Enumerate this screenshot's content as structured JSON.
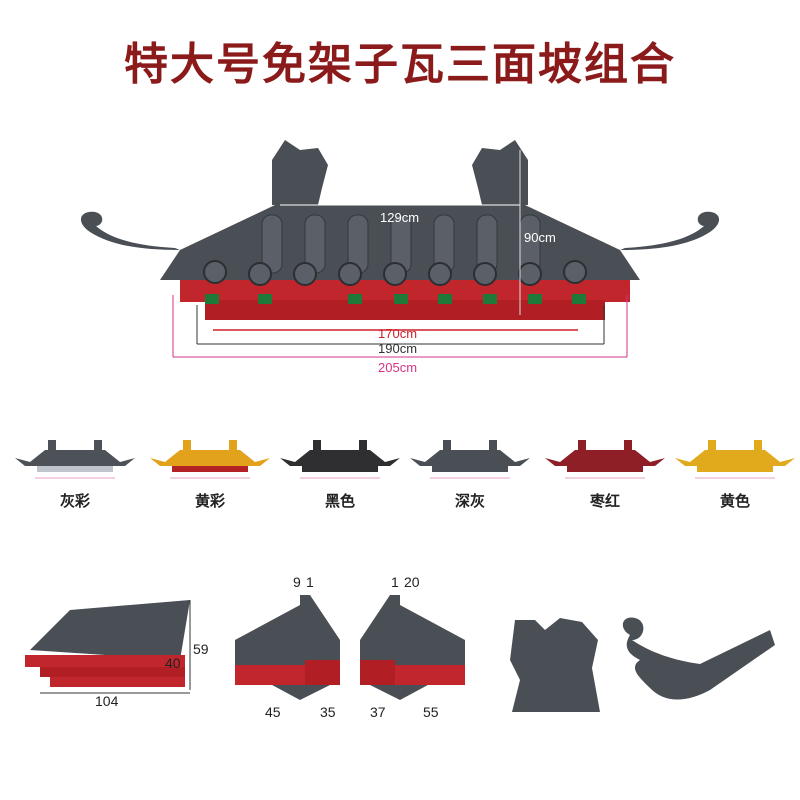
{
  "title": "特大号免架子瓦三面坡组合",
  "main_figure": {
    "dims": {
      "width_top": "129cm",
      "height": "90cm",
      "inner": "170cm",
      "middle": "190cm",
      "outer": "205cm"
    },
    "colors": {
      "tile": "#4a4f55",
      "beam": "#c0262b",
      "panel": "#1f7a3a",
      "accent_red": "#d0202a",
      "accent_pink": "#d63384"
    }
  },
  "swatches": [
    {
      "label": "灰彩",
      "tile": "#4d5258",
      "beam": "#bfc4cc"
    },
    {
      "label": "黄彩",
      "tile": "#e2a21b",
      "beam": "#b32225"
    },
    {
      "label": "黑色",
      "tile": "#2f2f31",
      "beam": "#2f2f31"
    },
    {
      "label": "深灰",
      "tile": "#4a4e55",
      "beam": "#4a4e55"
    },
    {
      "label": "枣红",
      "tile": "#8e1f27",
      "beam": "#8e1f27"
    },
    {
      "label": "黄色",
      "tile": "#e0aa1c",
      "beam": "#e0aa1c"
    }
  ],
  "parts": {
    "straight": {
      "width": "104",
      "depth": "40",
      "height": "59"
    },
    "corner_left": {
      "top_a": "9",
      "top_b": "1",
      "bottom_a": "45",
      "bottom_b": "35"
    },
    "corner_right": {
      "top_a": "1",
      "top_b": "20",
      "bottom_a": "37",
      "bottom_b": "55"
    }
  }
}
